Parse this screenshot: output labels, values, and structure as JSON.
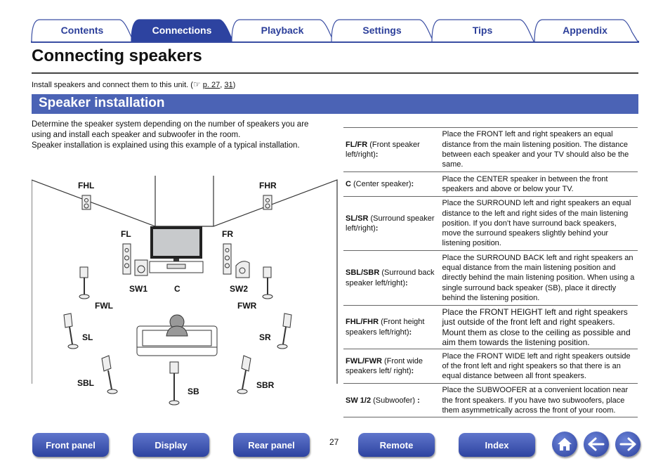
{
  "tabs": [
    {
      "label": "Contents",
      "active": false
    },
    {
      "label": "Connections",
      "active": true
    },
    {
      "label": "Playback",
      "active": false
    },
    {
      "label": "Settings",
      "active": false
    },
    {
      "label": "Tips",
      "active": false
    },
    {
      "label": "Appendix",
      "active": false
    }
  ],
  "page_title": "Connecting speakers",
  "intro": {
    "text": "Install speakers and connect them to this unit.",
    "paren_open": "(",
    "ref1": "p. 27",
    "sep": ",",
    "ref2": "31",
    "paren_close": ")"
  },
  "section_title": "Speaker installation",
  "description": [
    "Determine the speaker system depending on the number of speakers you are using and install each speaker and subwoofer in the room.",
    "Speaker installation is explained using this example of a typical installation."
  ],
  "diagram_labels": {
    "fhl": "FHL",
    "fhr": "FHR",
    "fl": "FL",
    "fr": "FR",
    "sw1": "SW1",
    "c": "C",
    "sw2": "SW2",
    "fwl": "FWL",
    "fwr": "FWR",
    "sl": "SL",
    "sr": "SR",
    "sbl": "SBL",
    "sb": "SB",
    "sbr": "SBR"
  },
  "table": [
    {
      "key_bold": "FL/FR",
      "key_rest": " (Front speaker left/right)",
      "colon": ":",
      "value": "Place the FRONT left and right speakers an equal distance from the main listening position. The distance between each speaker and your TV should also be the same."
    },
    {
      "key_bold": "C",
      "key_rest": " (Center speaker)",
      "colon": ":",
      "value": "Place the CENTER speaker in between the front speakers and above or below your TV."
    },
    {
      "key_bold": "SL/SR",
      "key_rest": " (Surround speaker left/right)",
      "colon": ":",
      "value": "Place the SURROUND left and right speakers an equal distance to the left and right sides of the main listening position. If you don’t have surround back speakers, move the surround speakers slightly behind your listening position."
    },
    {
      "key_bold": "SBL/SBR",
      "key_rest": " (Surround back speaker left/right)",
      "colon": ":",
      "value": "Place the SURROUND BACK left and right speakers an equal distance from the main listening position and directly behind the main listening position. When using a single surround back speaker (SB), place it directly behind the listening position."
    },
    {
      "key_bold": "FHL/FHR",
      "key_rest": " (Front height speakers left/right)",
      "colon": ":",
      "value": "Place the FRONT HEIGHT left and right speakers just outside of the front left and right speakers. Mount them as close to the ceiling as possible and aim them towards the listening position."
    },
    {
      "key_bold": "FWL/FWR",
      "key_rest": " (Front wide speakers left/ right)",
      "colon": ":",
      "value": "Place the FRONT WIDE left and right speakers outside of the front left and right speakers so that there is an equal distance between all front speakers."
    },
    {
      "key_bold": "SW 1/2",
      "key_rest": " (Subwoofer) ",
      "colon": ":",
      "value": "Place the SUBWOOFER at a convenient location near the front speakers. If you have two subwoofers, place them asymmetrically across the front of your room."
    }
  ],
  "bottom_nav": {
    "front_panel": "Front panel",
    "display": "Display",
    "rear_panel": "Rear panel",
    "page_number": "27",
    "remote": "Remote",
    "index": "Index"
  },
  "icons": {
    "home": "home-icon",
    "back": "arrow-left-icon",
    "forward": "arrow-right-icon",
    "ref": "hand-pointer-icon"
  },
  "colors": {
    "accent": "#4b63b5",
    "tab_text": "#2c3f9a",
    "active_tab": "#2d43a0"
  }
}
